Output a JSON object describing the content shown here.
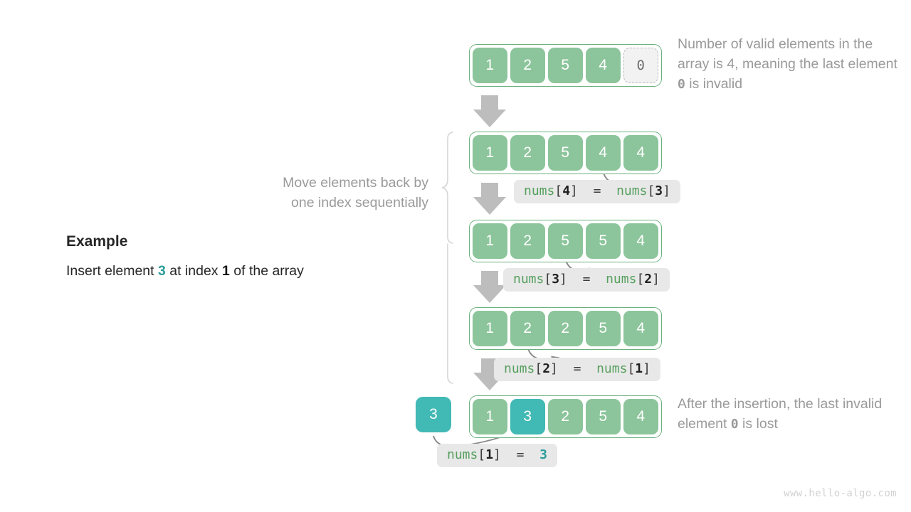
{
  "example": {
    "title": "Example",
    "text_before": "Insert element ",
    "element": "3",
    "text_middle": " at index ",
    "index": "1",
    "text_after": " of the array"
  },
  "side_note": {
    "line1": "Move elements back by",
    "line2": "one index sequentially"
  },
  "notes": {
    "top": {
      "part1": "Number of valid elements in the array is 4, meaning the last element ",
      "mono": "0",
      "part2": " is invalid"
    },
    "bottom": {
      "part1": "After the insertion, the last invalid element ",
      "mono": "0",
      "part2": " is lost"
    }
  },
  "rows": [
    {
      "name": "row-initial",
      "cells": [
        {
          "v": "1"
        },
        {
          "v": "2"
        },
        {
          "v": "5"
        },
        {
          "v": "4"
        },
        {
          "v": "0",
          "invalid": true
        }
      ]
    },
    {
      "name": "row-step-1",
      "cells": [
        {
          "v": "1"
        },
        {
          "v": "2"
        },
        {
          "v": "5"
        },
        {
          "v": "4"
        },
        {
          "v": "4"
        }
      ]
    },
    {
      "name": "row-step-2",
      "cells": [
        {
          "v": "1"
        },
        {
          "v": "2"
        },
        {
          "v": "5"
        },
        {
          "v": "5"
        },
        {
          "v": "4"
        }
      ]
    },
    {
      "name": "row-step-3",
      "cells": [
        {
          "v": "1"
        },
        {
          "v": "2"
        },
        {
          "v": "2"
        },
        {
          "v": "5"
        },
        {
          "v": "4"
        }
      ]
    },
    {
      "name": "row-final",
      "cells": [
        {
          "v": "1"
        },
        {
          "v": "3",
          "teal": true
        },
        {
          "v": "2"
        },
        {
          "v": "5"
        },
        {
          "v": "4"
        }
      ]
    }
  ],
  "insert_box": {
    "value": "3"
  },
  "code_labels": [
    {
      "name": "code-nums4-eq-nums3",
      "lhs_id": "nums",
      "lhs_idx": "4",
      "eq": "=",
      "rhs_id": "nums",
      "rhs_idx": "3"
    },
    {
      "name": "code-nums3-eq-nums2",
      "lhs_id": "nums",
      "lhs_idx": "3",
      "eq": "=",
      "rhs_id": "nums",
      "rhs_idx": "2"
    },
    {
      "name": "code-nums2-eq-nums1",
      "lhs_id": "nums",
      "lhs_idx": "2",
      "eq": "=",
      "rhs_id": "nums",
      "rhs_idx": "1"
    },
    {
      "name": "code-nums1-eq-3",
      "lhs_id": "nums",
      "lhs_idx": "1",
      "eq": "=",
      "rhs_value": "3"
    }
  ],
  "colors": {
    "green_fill": "#8cc59b",
    "green_border": "#6cb07f",
    "teal": "#41b9b4",
    "gray_arrow": "#b0b0b0",
    "chip_bg": "#e8e8e8",
    "note_text": "#9a9a9a",
    "code_green": "#57a05f"
  },
  "watermark": "www.hello-algo.com"
}
